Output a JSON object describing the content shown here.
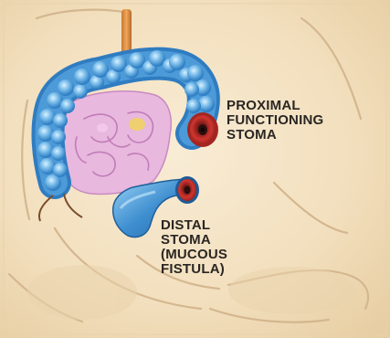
{
  "labels": {
    "proximal_stoma": [
      "PROXIMAL",
      "FUNCTIONING",
      "STOMA"
    ],
    "distal_stoma": [
      "DISTAL",
      "STOMA",
      "(MUCOUS",
      "FISTULA)"
    ]
  },
  "colors": {
    "background": "#f3e3c4",
    "body_outline": "#d2b690",
    "colon": "#3e8ed0",
    "colon_highlight": "#a9d9f6",
    "small_intestine": "#e6b3dc",
    "stoma_outer": "#c8302e",
    "stoma_inner": "#3a1715",
    "label_text": "#2a2622"
  },
  "icons": [
    "colon-illustration",
    "small-intestine-illustration",
    "stoma-illustration"
  ]
}
